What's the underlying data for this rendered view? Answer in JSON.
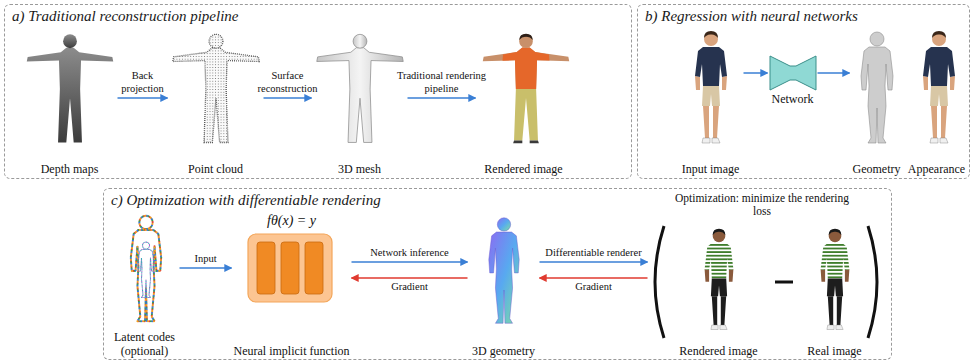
{
  "diagram": {
    "nodes": [
      {
        "text": [
          "a) Traditional reconstruction pipeline"
        ]
      },
      {
        "text": [
          "Depth maps"
        ],
        "in": 0
      },
      {
        "text": [
          "Point cloud"
        ],
        "in": 0
      },
      {
        "text": [
          "3D mesh"
        ],
        "in": 0
      },
      {
        "text": [
          "Rendered image"
        ],
        "in": 0
      },
      {
        "text": [
          "b) Regression with neural networks"
        ]
      },
      {
        "text": [
          "Input image"
        ],
        "in": 5
      },
      {
        "text": [
          "Network"
        ],
        "in": 5
      },
      {
        "text": [
          "Geometry"
        ],
        "in": 5
      },
      {
        "text": [
          "Appearance"
        ],
        "in": 5
      },
      {
        "text": [
          "c) Optimization with differentiable rendering"
        ]
      },
      {
        "text": [
          "Latent codes (optional)"
        ],
        "in": 10
      },
      {
        "text": [
          "fθ(x) = y",
          "Neural implicit function"
        ],
        "in": 10
      },
      {
        "text": [
          "3D geometry"
        ],
        "in": 10
      },
      {
        "text": [
          "Rendered image"
        ],
        "in": 10
      },
      {
        "text": [
          "Real image"
        ],
        "in": 10
      }
    ],
    "edges": [
      {
        "from": 1,
        "to": 2,
        "arrow": "to",
        "label": "Back projection"
      },
      {
        "from": 2,
        "to": 3,
        "arrow": "to",
        "label": "Surface reconstruction"
      },
      {
        "from": 3,
        "to": 4,
        "arrow": "to",
        "label": "Traditional rendering pipeline"
      },
      {
        "from": 6,
        "to": 7,
        "arrow": "to"
      },
      {
        "from": 7,
        "to": 8,
        "arrow": "to"
      },
      {
        "from": 11,
        "to": 12,
        "arrow": "to",
        "label": "Input"
      },
      {
        "from": 12,
        "to": 13,
        "arrow": "to",
        "label": "Network inference"
      },
      {
        "from": 13,
        "to": 12,
        "arrow": "to",
        "label": "Gradient"
      },
      {
        "from": 13,
        "to": 14,
        "arrow": "to",
        "label": "Differentiable renderer"
      },
      {
        "from": 14,
        "to": 13,
        "arrow": "to",
        "label": "Gradient"
      }
    ],
    "labels": [
      "Optimization: minimize the rendering loss"
    ]
  }
}
